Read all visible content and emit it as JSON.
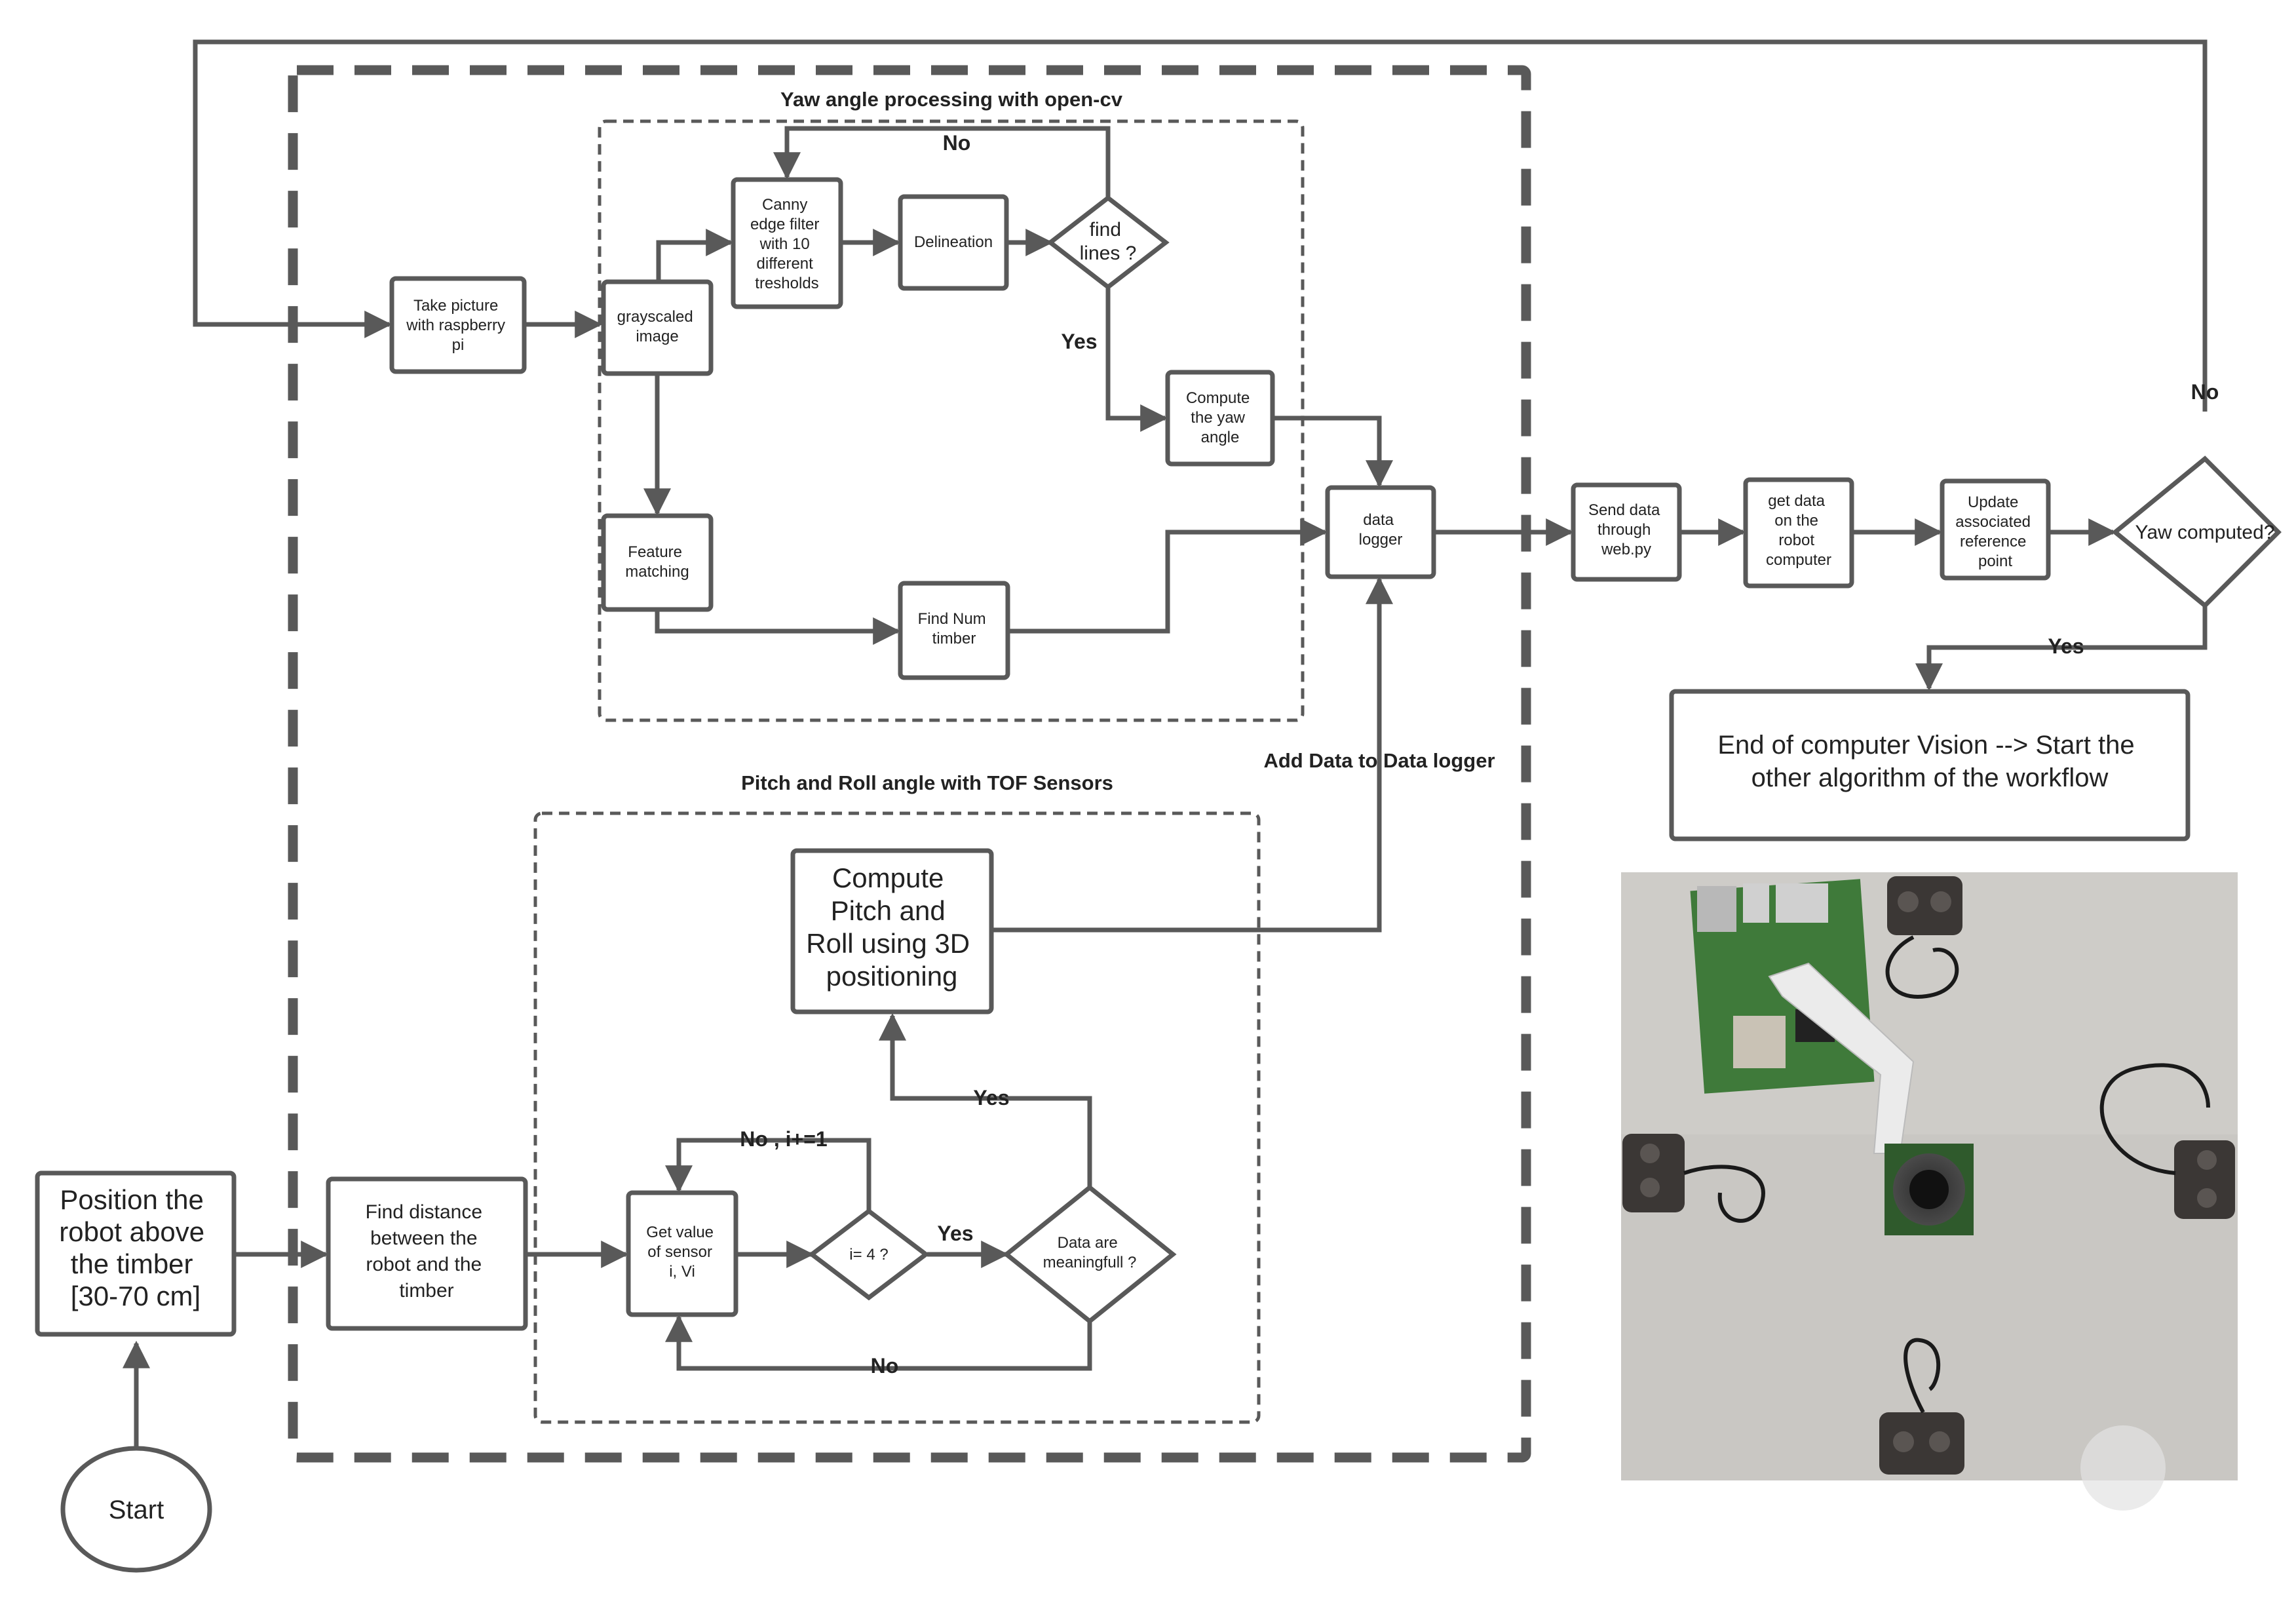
{
  "colors": {
    "stroke": "#595959",
    "text": "#222222",
    "background": "#ffffff"
  },
  "containers": {
    "yaw_group_title": "Yaw angle processing with open-cv",
    "pitch_group_title": "Pitch and Roll angle with TOF Sensors"
  },
  "nodes": {
    "start": "Start",
    "position_robot": [
      "Position the",
      "robot above",
      "the timber",
      "[30-70 cm]"
    ],
    "find_distance": [
      "Find distance",
      "between the",
      "robot and the",
      "timber"
    ],
    "take_picture": [
      "Take picture",
      "with raspberry",
      "pi"
    ],
    "grayscaled": [
      "grayscaled",
      "image"
    ],
    "canny": [
      "Canny",
      "edge filter",
      "with 10",
      "different",
      "tresholds"
    ],
    "delineation": [
      "Delineation"
    ],
    "find_lines": [
      "find",
      "lines ?"
    ],
    "compute_yaw": [
      "Compute",
      "the yaw",
      "angle"
    ],
    "feature_matching": [
      "Feature",
      "matching"
    ],
    "find_num_timber": [
      "Find Num",
      "timber"
    ],
    "data_logger": [
      "data",
      "logger"
    ],
    "get_value": [
      "Get value",
      "of sensor",
      "i, Vi"
    ],
    "i_equals_4": [
      "i= 4 ?"
    ],
    "data_meaningful": [
      "Data are",
      "meaningfull ?"
    ],
    "compute_pitch_roll": [
      "Compute",
      "Pitch and",
      "Roll using 3D",
      "positioning"
    ],
    "send_data": [
      "Send data",
      "through",
      "web.py"
    ],
    "get_data": [
      "get data",
      "on the",
      "robot",
      "computer"
    ],
    "update_reference": [
      "Update",
      "associated",
      "reference",
      "point"
    ],
    "yaw_computed": [
      "Yaw computed?"
    ],
    "end_cv": [
      "End of computer Vision --> Start the",
      "other algorithm of the workflow"
    ]
  },
  "edge_labels": {
    "find_lines_no": "No",
    "find_lines_yes": "Yes",
    "yaw_computed_no": "No",
    "yaw_computed_yes": "Yes",
    "add_data": "Add Data to Data logger",
    "loop_no_increment": "No , i+=1",
    "i4_yes": "Yes",
    "meaningful_yes": "Yes",
    "meaningful_no": "No"
  },
  "photo": {
    "subject": "raspberry-pi-with-tof-sensors-photo"
  }
}
